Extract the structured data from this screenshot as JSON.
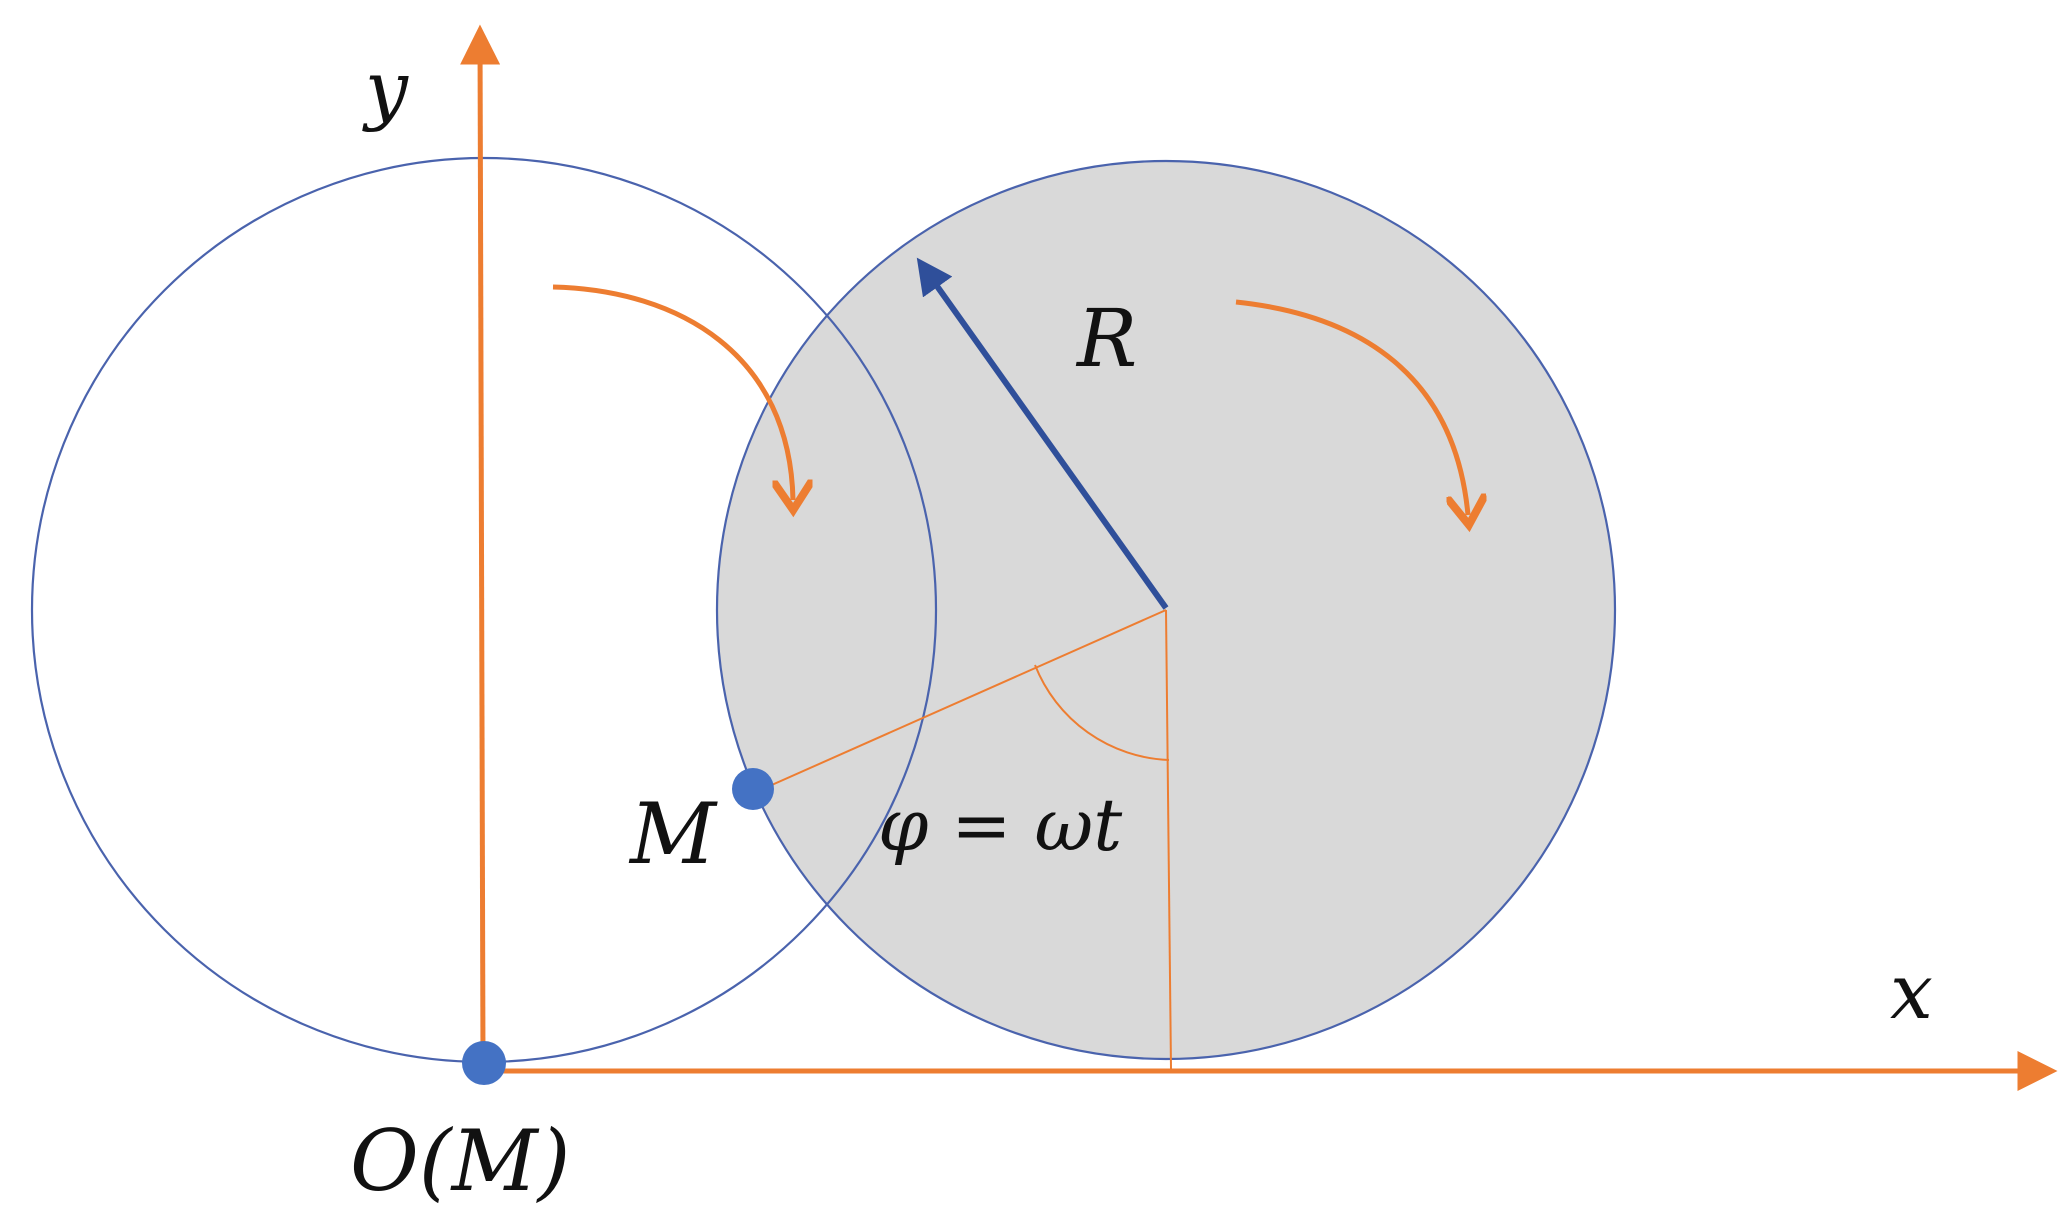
{
  "labels": {
    "y_axis": "y",
    "x_axis": "x",
    "radius": "R",
    "point": "M",
    "origin": "O(M)",
    "angle": "φ = ωt"
  },
  "colors": {
    "axis": "#ED7D31",
    "circle_stroke": "#4A63AD",
    "disk_fill": "#D9D9D9",
    "point_fill": "#4472C4",
    "radius_arrow": "#2F4F9A",
    "text": "#111111",
    "background": "#FFFFFF"
  },
  "icons": {
    "rotation_arrow": "curved-clockwise-arrow-icon"
  }
}
